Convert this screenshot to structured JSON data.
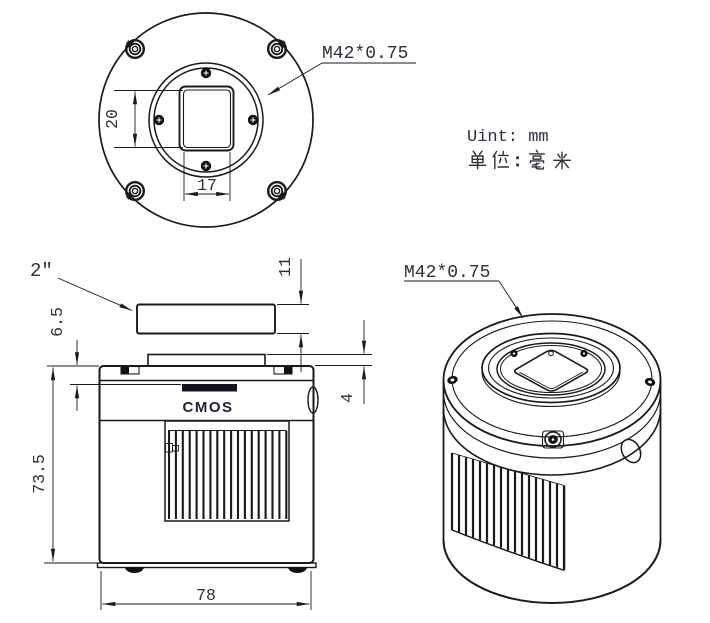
{
  "unit_note": {
    "line_en": "Uint: mm",
    "line_cn": "单位：毫米"
  },
  "front_view": {
    "thread_label": "M42*0.75",
    "dim_sensor_height": "20",
    "dim_sensor_width": "17"
  },
  "side_view": {
    "nosepiece_label": "2″",
    "dim_nosepiece_height": "11",
    "dim_back_focus": "6.5",
    "dim_flange_step": "4",
    "dim_body_height": "73.5",
    "dim_body_width": "78",
    "sensor_text": "CMOS"
  },
  "iso_view": {
    "thread_label": "M42*0.75"
  },
  "colors": {
    "background": "#ffffff",
    "line": "#1a1a1a",
    "dim_text": "#2b303a",
    "sensor_band": "#15151f",
    "cmos_text": "#1d2330"
  }
}
